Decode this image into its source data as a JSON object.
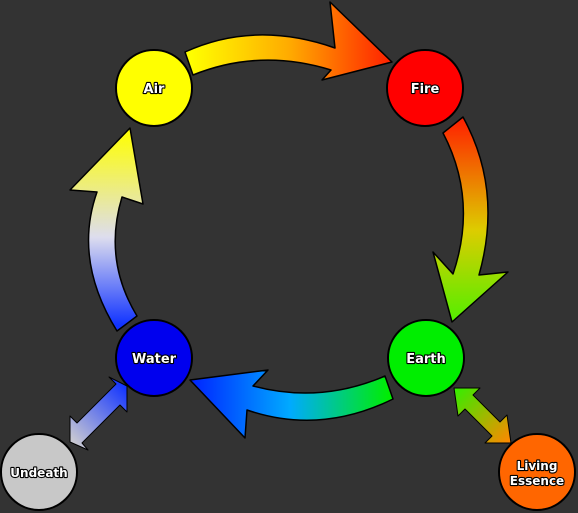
{
  "nodes": {
    "air": {
      "label": "Air",
      "color": "#ffff00"
    },
    "fire": {
      "label": "Fire",
      "color": "#ff0000"
    },
    "earth": {
      "label": "Earth",
      "color": "#00ee00"
    },
    "water": {
      "label": "Water",
      "color": "#0000ee"
    },
    "undeath": {
      "label": "Undeath",
      "color": "#c8c8c8"
    },
    "living_essence": {
      "label_line1": "Living",
      "label_line2": "Essence",
      "color": "#ff6600"
    }
  },
  "cycle": [
    "Air",
    "Fire",
    "Earth",
    "Water"
  ],
  "links": [
    {
      "from": "Water",
      "to": "Undeath",
      "direction": "both"
    },
    {
      "from": "Earth",
      "to": "Living Essence",
      "direction": "both"
    }
  ]
}
